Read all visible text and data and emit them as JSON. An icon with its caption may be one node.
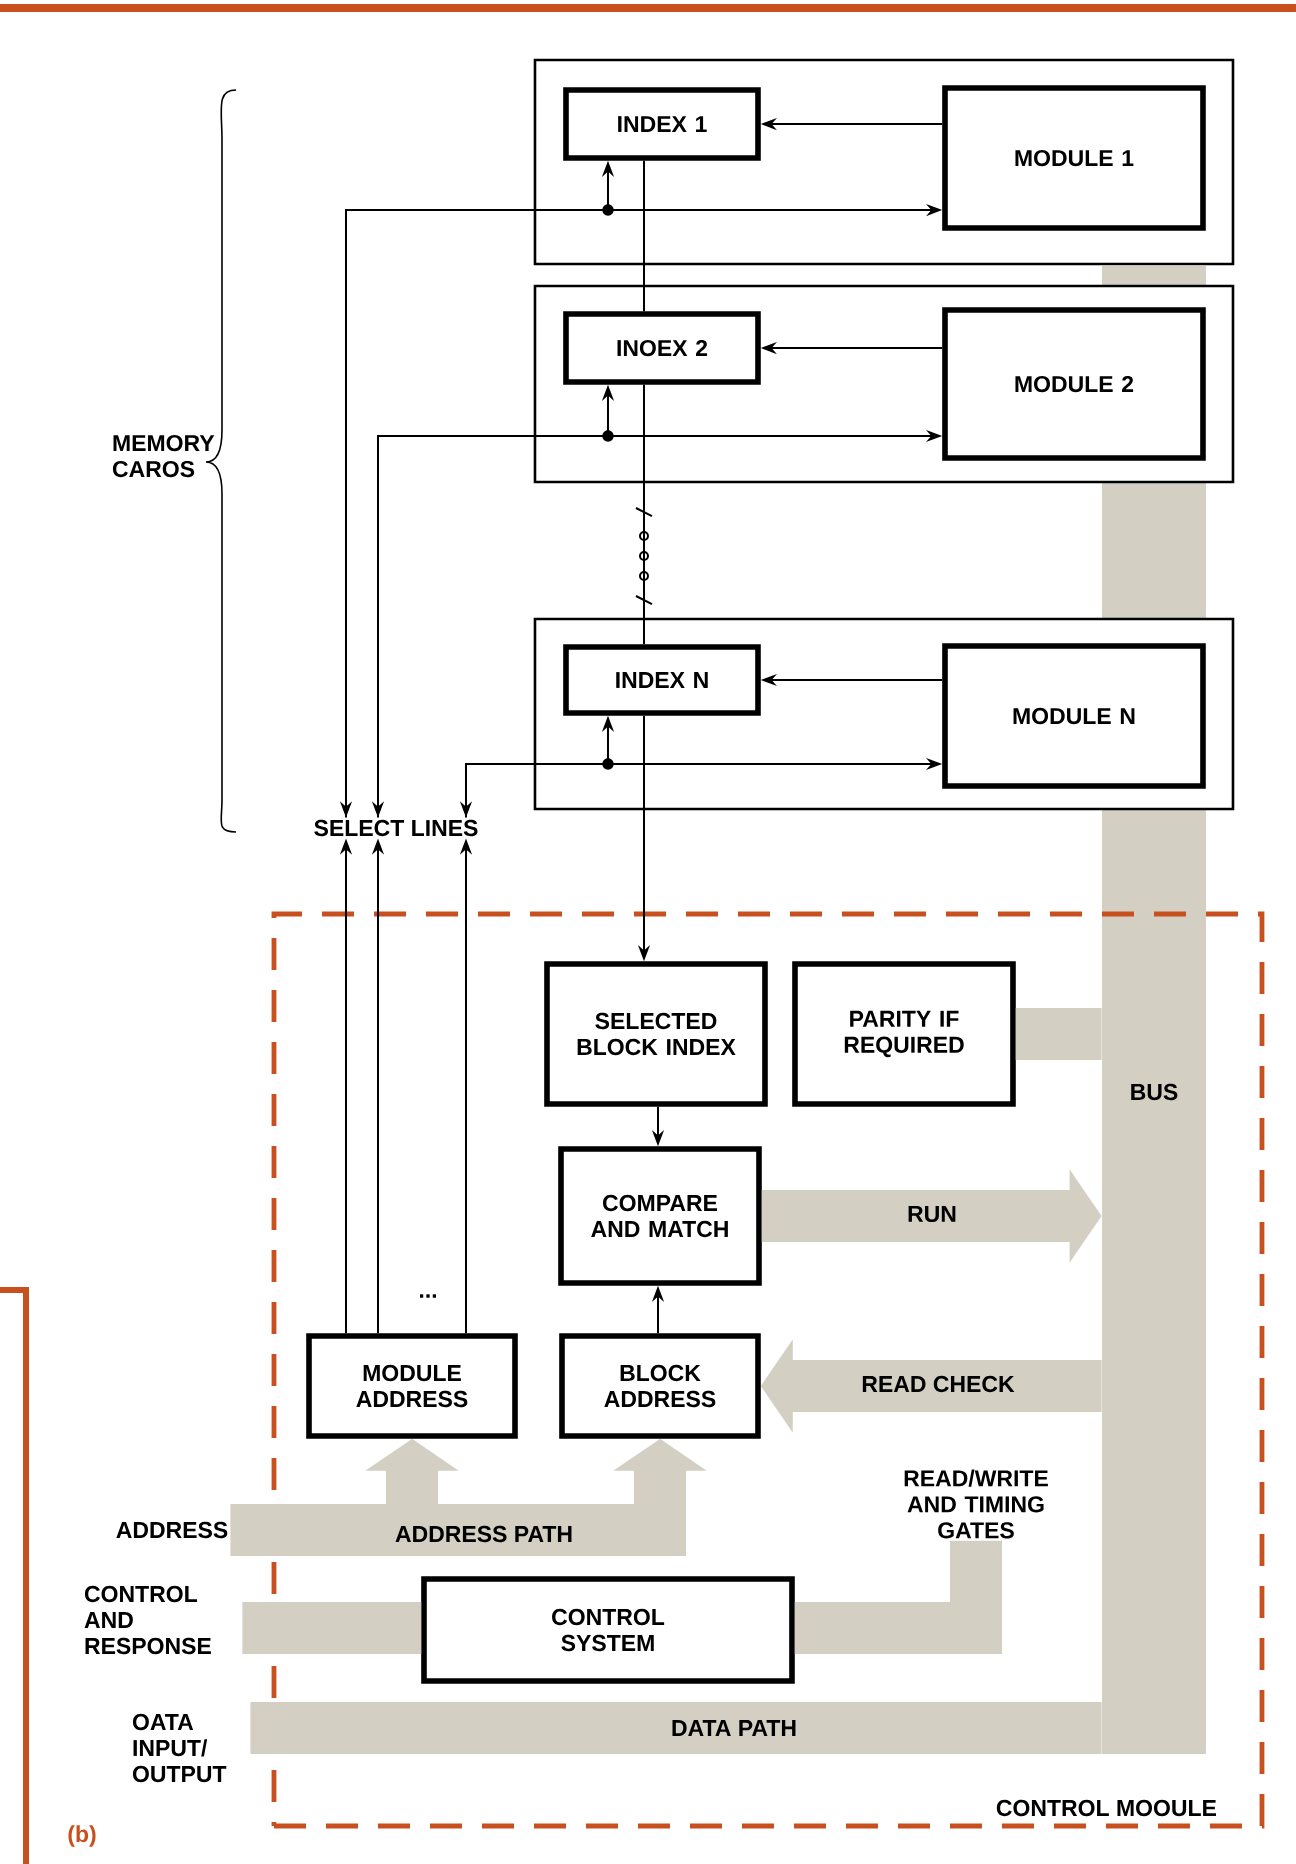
{
  "diagram": {
    "nodes": [
      {
        "text": [],
        "shape": "box"
      },
      {
        "text": [
          "INDEX 1"
        ],
        "in": 0
      },
      {
        "text": [
          "MODULE 1"
        ],
        "in": 0
      },
      {
        "text": [],
        "shape": "box"
      },
      {
        "text": [
          "INOEX 2"
        ],
        "in": 3
      },
      {
        "text": [
          "MODULE 2"
        ],
        "in": 3
      },
      {
        "text": [],
        "shape": "box"
      },
      {
        "text": [
          "INDEX N"
        ],
        "in": 6
      },
      {
        "text": [
          "MODULE N"
        ],
        "in": 6
      },
      {
        "text": [
          "CONTROL MOOULE"
        ]
      },
      {
        "text": [
          "SELECTED BLOCK INDEX"
        ],
        "in": 9
      },
      {
        "text": [
          "PARITY IF REQUIRED"
        ],
        "in": 9
      },
      {
        "text": [
          "COMPARE AND MATCH"
        ],
        "in": 9
      },
      {
        "text": [
          "MODULE ADDRESS"
        ],
        "in": 9
      },
      {
        "text": [
          "BLOCK ADDRESS"
        ],
        "in": 9
      },
      {
        "text": [
          "CONTROL SYSTEM"
        ],
        "in": 9
      },
      {
        "text": [
          "SELECT LINES"
        ]
      },
      {
        "text": [
          "BUS"
        ]
      },
      {
        "text": [
          "OATA INPUT/ OUTPUT"
        ]
      },
      {
        "text": [
          "ADDRESS"
        ]
      },
      {
        "text": [
          "CONTROL AND RESPONSE"
        ]
      },
      {
        "text": [
          "READ/WRITE AND TIMING GATES"
        ],
        "in": 9
      }
    ],
    "edges": [
      {
        "from": 2,
        "to": 1,
        "arrow": "to"
      },
      {
        "from": 5,
        "to": 4,
        "arrow": "to"
      },
      {
        "from": 8,
        "to": 7,
        "arrow": "to"
      },
      {
        "from": 1,
        "to": 4,
        "arrow": "none"
      },
      {
        "from": 4,
        "to": 7,
        "arrow": "none"
      },
      {
        "from": 7,
        "to": 10,
        "arrow": "to"
      },
      {
        "from": 10,
        "to": 12,
        "arrow": "to"
      },
      {
        "from": 14,
        "to": 12,
        "arrow": "to"
      },
      {
        "from": 13,
        "to": 16,
        "arrow": "to"
      },
      {
        "from": 13,
        "to": 16,
        "arrow": "to"
      },
      {
        "from": 13,
        "to": 16,
        "arrow": "to"
      },
      {
        "from": 16,
        "to": 2,
        "arrow": "both"
      },
      {
        "from": 16,
        "to": 1,
        "arrow": "to"
      },
      {
        "from": 16,
        "to": 5,
        "arrow": "both"
      },
      {
        "from": 16,
        "to": 4,
        "arrow": "to"
      },
      {
        "from": 16,
        "to": 8,
        "arrow": "both"
      },
      {
        "from": 16,
        "to": 7,
        "arrow": "to"
      },
      {
        "from": 12,
        "to": 17,
        "arrow": "to",
        "label": "RUN",
        "style": "thick",
        "color": "#d3cfc3"
      },
      {
        "from": 17,
        "to": 14,
        "arrow": "to",
        "label": "READ CHECK",
        "style": "thick",
        "color": "#d3cfc3"
      },
      {
        "from": 11,
        "to": 17,
        "arrow": "none",
        "style": "thick",
        "color": "#d3cfc3"
      },
      {
        "from": 19,
        "to": 13,
        "arrow": "to",
        "label": "ADDRESS PATH",
        "style": "thick",
        "color": "#d3cfc3"
      },
      {
        "from": 19,
        "to": 14,
        "arrow": "to",
        "style": "thick",
        "color": "#d3cfc3"
      },
      {
        "from": 20,
        "to": 15,
        "arrow": "none",
        "style": "thick",
        "color": "#d3cfc3"
      },
      {
        "from": 15,
        "to": 21,
        "arrow": "none",
        "style": "thick",
        "color": "#d3cfc3"
      },
      {
        "from": 18,
        "to": 17,
        "arrow": "none",
        "label": "DATA PATH",
        "style": "thick",
        "color": "#d3cfc3"
      }
    ],
    "labels": [
      "MEMORY CAROS",
      "...",
      "(b)"
    ]
  }
}
